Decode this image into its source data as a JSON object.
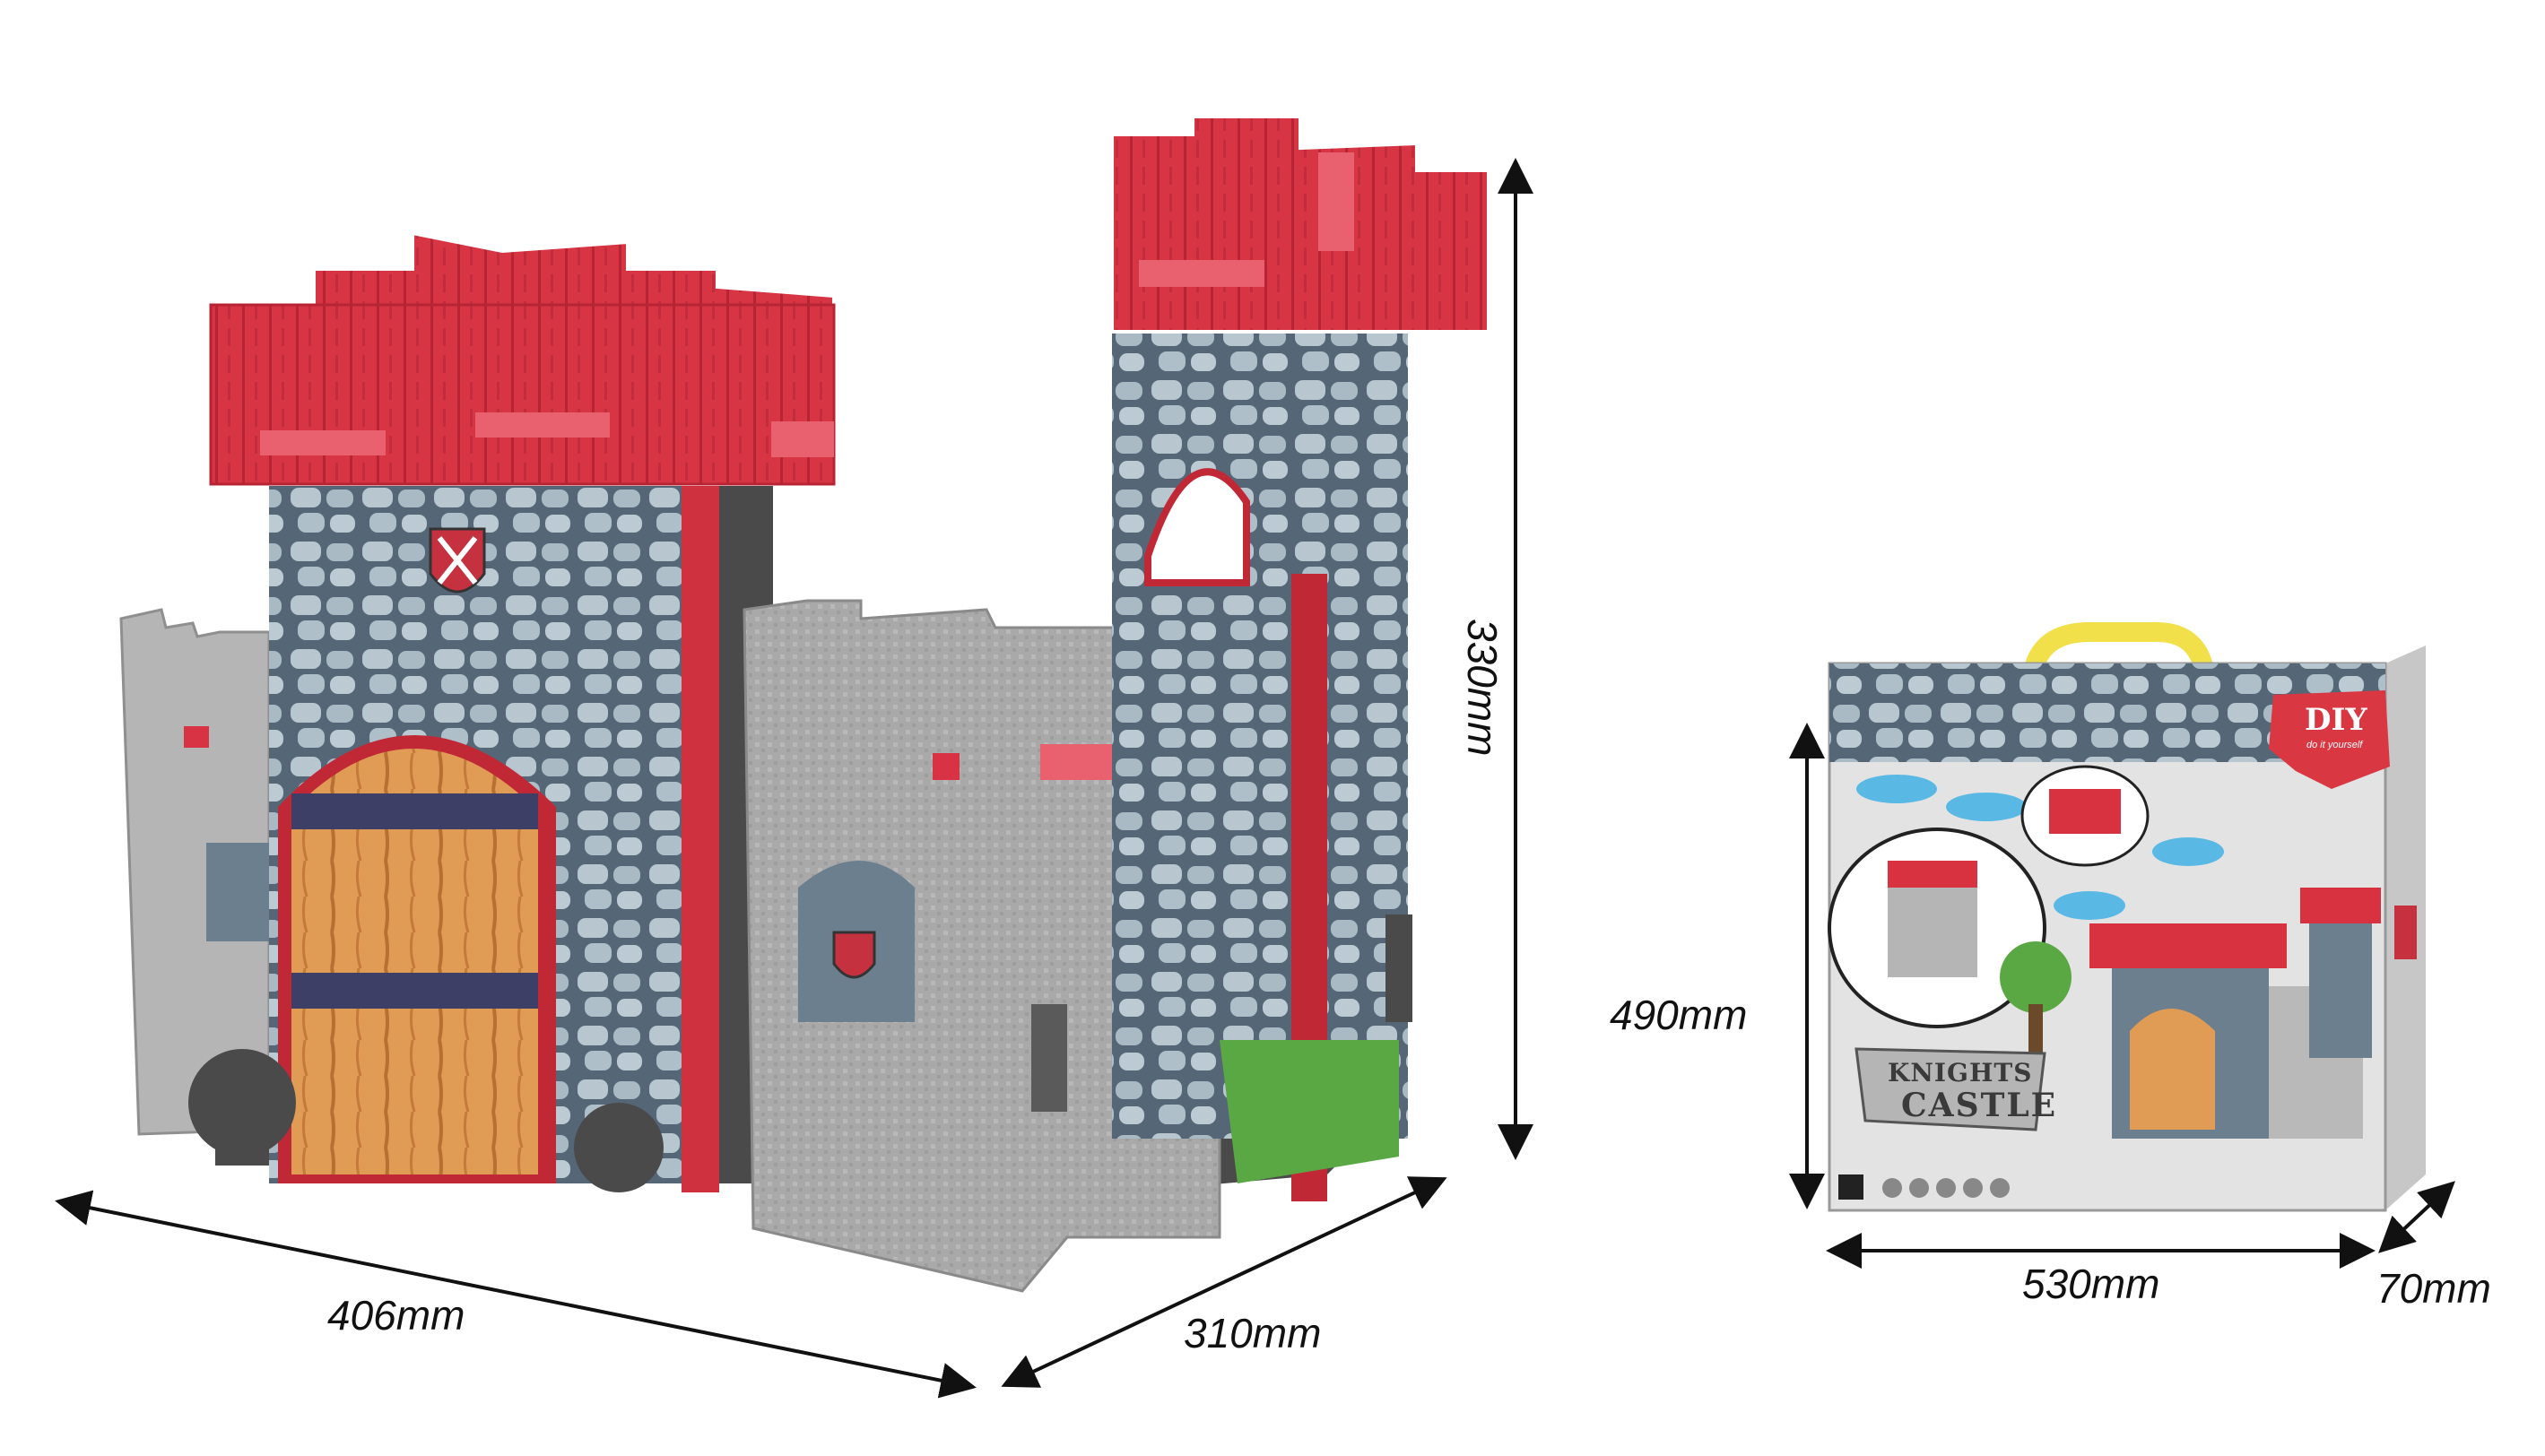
{
  "dimensions": {
    "castle_width": "406mm",
    "castle_depth": "310mm",
    "castle_height": "330mm",
    "box_height": "490mm",
    "box_width": "530mm",
    "box_depth": "70mm"
  },
  "box": {
    "badge_title": "DIY",
    "badge_sub": "do it yourself",
    "logo_line1": "KNIGHTS",
    "logo_line2": "CASTLE"
  },
  "colors": {
    "roof_red": "#d8313f",
    "stone_blue": "#6b7d8c",
    "foam_gray": "#b9b9b9",
    "door_wood": "#d8924c",
    "base_dark": "#4a4a4a"
  }
}
